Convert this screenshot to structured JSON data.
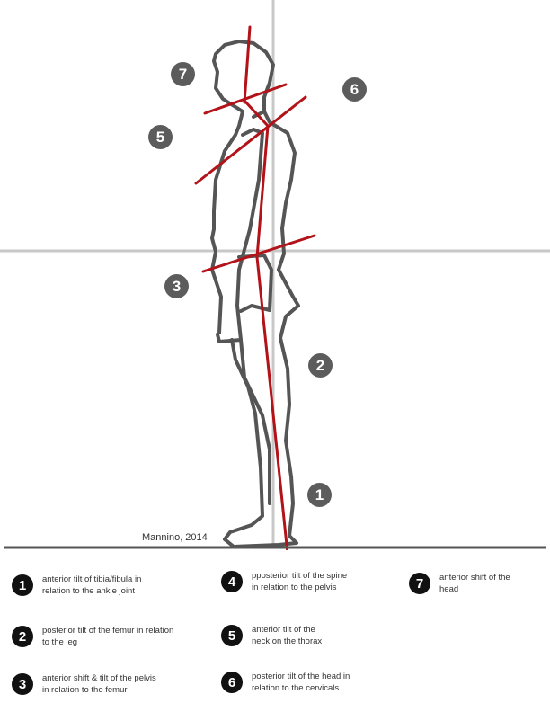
{
  "credit": "Mannino, 2014",
  "figure_badges": [
    "7",
    "6",
    "5",
    "3",
    "2",
    "1"
  ],
  "legend": [
    {
      "number": "1",
      "line1": "anterior tilt of tibia/fibula in",
      "line2": "relation to the ankle joint"
    },
    {
      "number": "2",
      "line1": "posterior tilt of the femur in relation",
      "line2": "to the leg"
    },
    {
      "number": "3",
      "line1": "anterior shift & tilt of the pelvis",
      "line2": "in relation to the femur"
    },
    {
      "number": "4",
      "line1": "pposterior tilt of the spine",
      "line2": "in relation to the pelvis"
    },
    {
      "number": "5",
      "line1": "anterior tilt of the",
      "line2": "neck on the thorax"
    },
    {
      "number": "6",
      "line1": "posterior tilt of the head in",
      "line2": "relation to the cervicals"
    },
    {
      "number": "7",
      "line1": "anterior shift of the",
      "line2": "head"
    }
  ],
  "colors": {
    "body_outline": "#555555",
    "axis_lines": "#c8c8c8",
    "red_lines": "#b31218",
    "ground": "#555555"
  }
}
